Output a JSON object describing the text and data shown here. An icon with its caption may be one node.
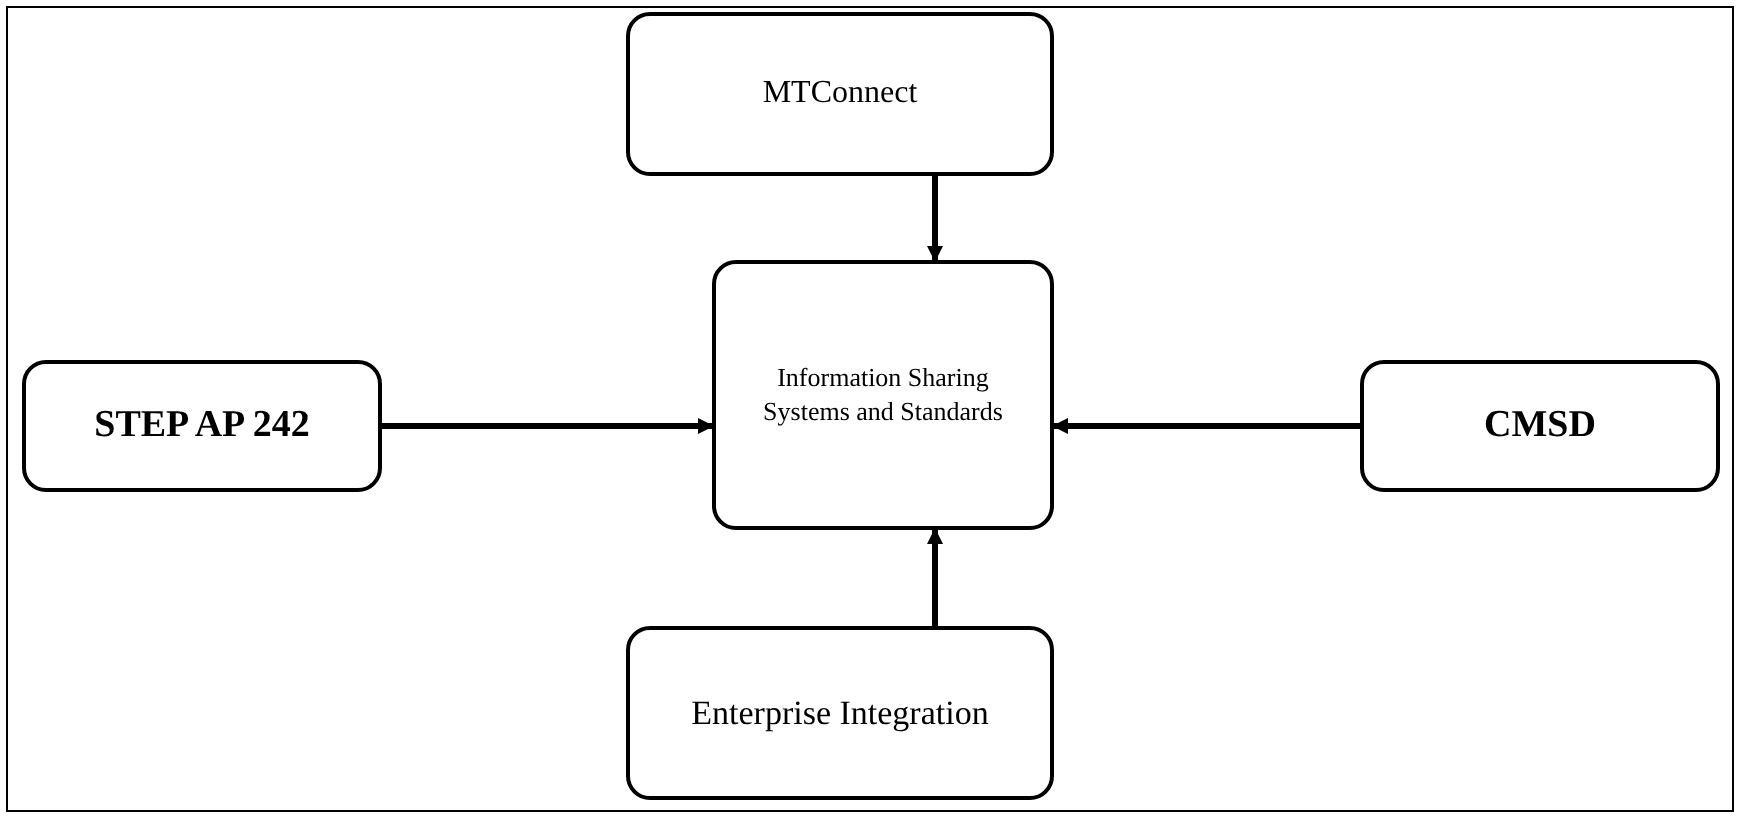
{
  "diagram": {
    "nodes": [
      {
        "text": [
          "MTConnect"
        ]
      },
      {
        "text": [
          "STEP AP 242"
        ]
      },
      {
        "text": [
          "Information Sharing Systems and Standards"
        ]
      },
      {
        "text": [
          "CMSD"
        ]
      },
      {
        "text": [
          "Enterprise Integration"
        ]
      }
    ],
    "edges": [
      {
        "from": 0,
        "to": 2,
        "arrow": "to"
      },
      {
        "from": 1,
        "to": 2,
        "arrow": "to"
      },
      {
        "from": 3,
        "to": 2,
        "arrow": "to"
      },
      {
        "from": 4,
        "to": 2,
        "arrow": "to"
      }
    ]
  }
}
